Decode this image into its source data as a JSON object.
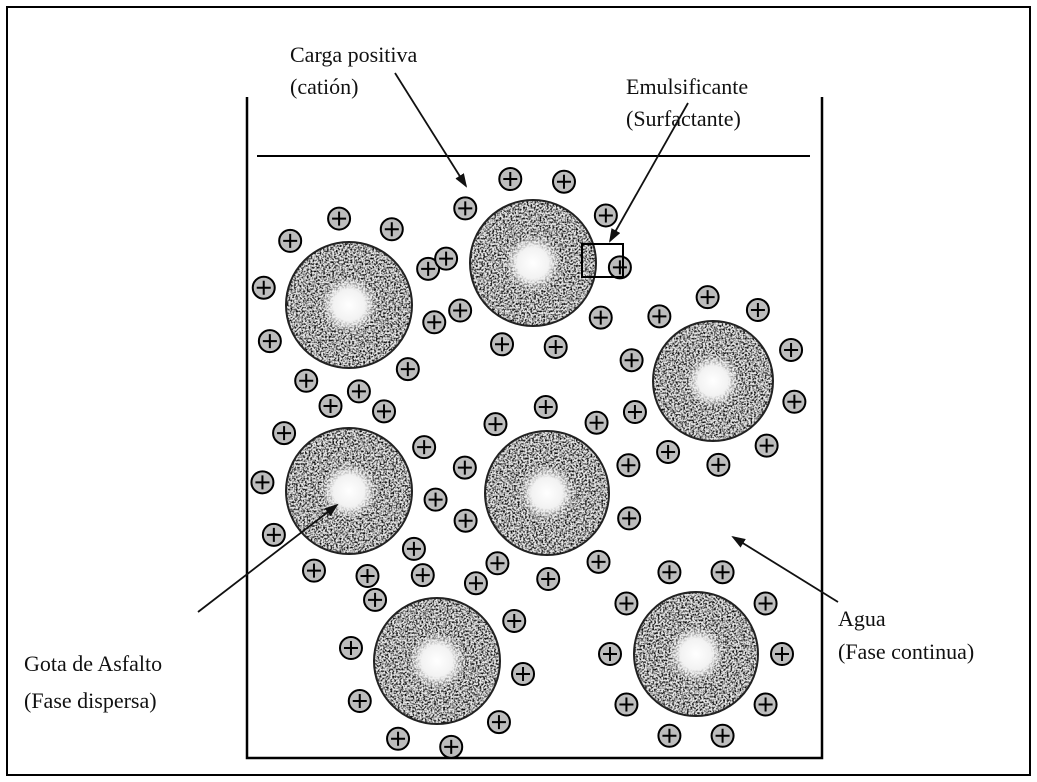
{
  "labels": {
    "cation_line1": "Carga positiva",
    "cation_line2": "(catión)",
    "emulsifier_line1": "Emulsificante",
    "emulsifier_line2": "(Surfactante)",
    "droplet_line1": "Gota de Asfalto",
    "droplet_line2": "(Fase dispersa)",
    "water_line1": "Agua",
    "water_line2": "(Fase continua)"
  },
  "colors": {
    "ink": "#111111",
    "droplet_fill": "#8a8a8a",
    "droplet_core": "#f4f4f4",
    "charge_fill": "#bdbdbd"
  },
  "icons": {
    "charge": "plus-in-circle",
    "droplet": "speckled-asphalt-droplet"
  },
  "droplet_count": 7
}
